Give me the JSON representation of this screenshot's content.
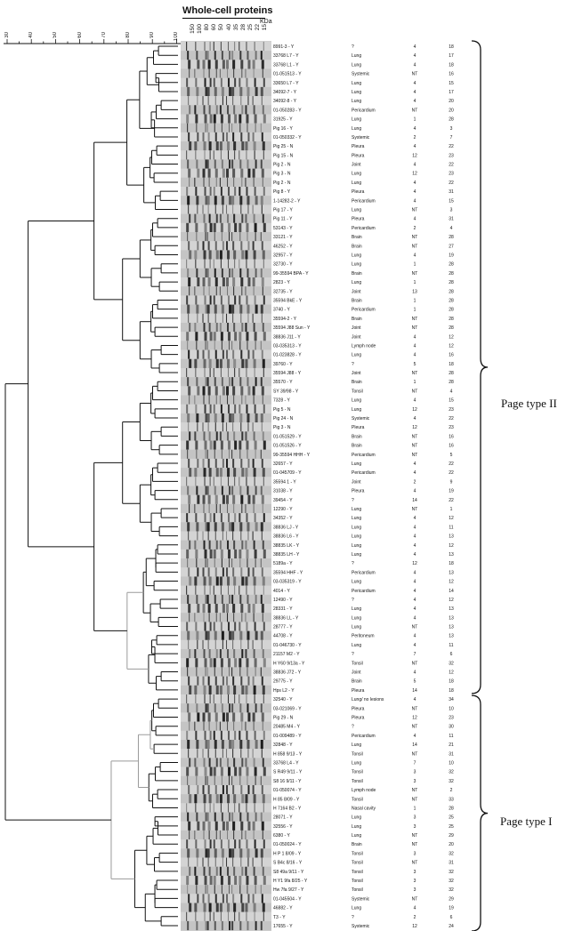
{
  "header": {
    "title": "Whole-cell proteins",
    "kdas_label": "KDa",
    "mw_markers": [
      "150",
      "100",
      "80",
      "60",
      "50",
      "40",
      "35",
      "28",
      "25",
      "22",
      "15"
    ]
  },
  "similarity_scale": [
    "30",
    "40",
    "50",
    "60",
    "70",
    "80",
    "90",
    "100"
  ],
  "groups": {
    "type2_label": "Page type II",
    "type1_label": "Page type I",
    "type2_rows": 72
  },
  "colors": {
    "cluster_gray": "#9a9a9a",
    "line": "#111111"
  },
  "isolates": [
    [
      "8991-3 - Y",
      "?",
      "4",
      "18"
    ],
    [
      "33768 L7 - Y",
      "Lung",
      "4",
      "17"
    ],
    [
      "33768 L1 - Y",
      "Lung",
      "4",
      "18"
    ],
    [
      "01-051513 - Y",
      "Systemic",
      "NT",
      "16"
    ],
    [
      "33650 L7 - Y",
      "Lung",
      "4",
      "15"
    ],
    [
      "34092-7 - Y",
      "Lung",
      "4",
      "17"
    ],
    [
      "34092-8 - Y",
      "Lung",
      "4",
      "20"
    ],
    [
      "01-050283 - Y",
      "Pericardium",
      "NT",
      "20"
    ],
    [
      "31925 - Y",
      "Lung",
      "1",
      "28"
    ],
    [
      "Pig 16 - Y",
      "Lung",
      "4",
      "3"
    ],
    [
      "01-050332 - Y",
      "Systemic",
      "2",
      "7"
    ],
    [
      "Pig 25 - N",
      "Pleura",
      "4",
      "22"
    ],
    [
      "Pig 15 - N",
      "Pleura",
      "12",
      "23"
    ],
    [
      "Pig 2 - N",
      "Joint",
      "4",
      "22"
    ],
    [
      "Pig 3 - N",
      "Lung",
      "12",
      "23"
    ],
    [
      "Pig 2 - N",
      "Lung",
      "4",
      "22"
    ],
    [
      "Pig 8 - Y",
      "Pleura",
      "4",
      "31"
    ],
    [
      "1-14282-2 - Y",
      "Pericardium",
      "4",
      "15"
    ],
    [
      "Pig 17 - Y",
      "Lung",
      "NT",
      "3"
    ],
    [
      "Pig 11 - Y",
      "Pleura",
      "4",
      "31"
    ],
    [
      "53143 - Y",
      "Pericardium",
      "2",
      "4"
    ],
    [
      "33121 - Y",
      "Brain",
      "NT",
      "28"
    ],
    [
      "46252 - Y",
      "Brain",
      "NT",
      "27"
    ],
    [
      "32957 - Y",
      "Lung",
      "4",
      "19"
    ],
    [
      "32730 - Y",
      "Lung",
      "1",
      "28"
    ],
    [
      "99-35594 BPA - Y",
      "Brain",
      "NT",
      "28"
    ],
    [
      "2823 - Y",
      "Lung",
      "1",
      "28"
    ],
    [
      "32735 - Y",
      "Joint",
      "13",
      "28"
    ],
    [
      "35594 BkE - Y",
      "Brain",
      "1",
      "28"
    ],
    [
      "3740 - Y",
      "Pericardium",
      "1",
      "28"
    ],
    [
      "35594-2 - Y",
      "Brain",
      "NT",
      "28"
    ],
    [
      "35594 J88 Sun - Y",
      "Joint",
      "NT",
      "28"
    ],
    [
      "38836 J11 - Y",
      "Joint",
      "4",
      "12"
    ],
    [
      "03-035313 - Y",
      "Lymph node",
      "4",
      "12"
    ],
    [
      "01-023828 - Y",
      "Lung",
      "4",
      "16"
    ],
    [
      "39760 - Y",
      "?",
      "5",
      "18"
    ],
    [
      "35594 J88 - Y",
      "Joint",
      "NT",
      "28"
    ],
    [
      "35570 - Y",
      "Brain",
      "1",
      "28"
    ],
    [
      "SY 39/98 - Y",
      "Tonsil",
      "NT",
      "4"
    ],
    [
      "7328 - Y",
      "Lung",
      "4",
      "15"
    ],
    [
      "Pig 5 - N",
      "Lung",
      "12",
      "23"
    ],
    [
      "Pig 24 - N",
      "Systemic",
      "4",
      "22"
    ],
    [
      "Pig 3 - N",
      "Pleura",
      "12",
      "23"
    ],
    [
      "01-051529 - Y",
      "Brain",
      "NT",
      "16"
    ],
    [
      "01-051526 - Y",
      "Brain",
      "NT",
      "16"
    ],
    [
      "99-35594 HHH - Y",
      "Pericardium",
      "NT",
      "5"
    ],
    [
      "32657 - Y",
      "Lung",
      "4",
      "22"
    ],
    [
      "01-045709 - Y",
      "Pericardium",
      "4",
      "22"
    ],
    [
      "35594 1 - Y",
      "Joint",
      "2",
      "9"
    ],
    [
      "31038 - Y",
      "Pleura",
      "4",
      "19"
    ],
    [
      "39454 - Y",
      "?",
      "14",
      "22"
    ],
    [
      "12290 - Y",
      "Lung",
      "NT",
      "1"
    ],
    [
      "34352 - Y",
      "Lung",
      "4",
      "12"
    ],
    [
      "38836 LJ - Y",
      "Lung",
      "4",
      "11"
    ],
    [
      "38836 L6 - Y",
      "Lung",
      "4",
      "13"
    ],
    [
      "38835 LK - Y",
      "Lung",
      "4",
      "12"
    ],
    [
      "38835 LH - Y",
      "Lung",
      "4",
      "13"
    ],
    [
      "5189a - Y",
      "?",
      "12",
      "18"
    ],
    [
      "35594 HHF - Y",
      "Pericardium",
      "4",
      "13"
    ],
    [
      "03-035319 - Y",
      "Lung",
      "4",
      "12"
    ],
    [
      "4014 - Y",
      "Pericardium",
      "4",
      "14"
    ],
    [
      "12490 - Y",
      "?",
      "4",
      "12"
    ],
    [
      "28331 - Y",
      "Lung",
      "4",
      "13"
    ],
    [
      "38836 LL - Y",
      "Lung",
      "4",
      "13"
    ],
    [
      "28777 - Y",
      "Lung",
      "NT",
      "13"
    ],
    [
      "44708 - Y",
      "Peritoneum",
      "4",
      "13"
    ],
    [
      "01-046730 - Y",
      "Lung",
      "4",
      "11"
    ],
    [
      "21157 M2 - Y",
      "?",
      "7",
      "6"
    ],
    [
      "H Y60 9/13a - Y",
      "Tonsil",
      "NT",
      "32"
    ],
    [
      "38836 J72 - Y",
      "Joint",
      "4",
      "12"
    ],
    [
      "29775 - Y",
      "Brain",
      "5",
      "18"
    ],
    [
      "Hps L2 - Y",
      "Pleura",
      "14",
      "18"
    ],
    [
      "32540 - Y",
      "Lung/ no lesions",
      "4",
      "34"
    ],
    [
      "03-021069 - Y",
      "Pleura",
      "NT",
      "10"
    ],
    [
      "Pig 29 - N",
      "Pleura",
      "12",
      "23"
    ],
    [
      "20485 M4 - Y",
      "?",
      "NT",
      "30"
    ],
    [
      "01-009489 - Y",
      "Pericardium",
      "4",
      "11"
    ],
    [
      "32848 - Y",
      "Lung",
      "14",
      "21"
    ],
    [
      "H 858 9/13 - Y",
      "Tonsil",
      "NT",
      "31"
    ],
    [
      "33768 L4 - Y",
      "Lung",
      "7",
      "10"
    ],
    [
      "S R49 9/11 - Y",
      "Tonsil",
      "3",
      "32"
    ],
    [
      "S8 16 9/11 - Y",
      "Tonsil",
      "3",
      "32"
    ],
    [
      "01-050074 - Y",
      "Lymph node",
      "NT",
      "2"
    ],
    [
      "H 85 8/09 - Y",
      "Tonsil",
      "NT",
      "33"
    ],
    [
      "H 7164 B2 - Y",
      "Nasal cavity",
      "1",
      "28"
    ],
    [
      "28071 - Y",
      "Lung",
      "3",
      "25"
    ],
    [
      "32556 - Y",
      "Lung",
      "3",
      "25"
    ],
    [
      "6380 - Y",
      "Lung",
      "NT",
      "29"
    ],
    [
      "01-050024 - Y",
      "Brain",
      "NT",
      "20"
    ],
    [
      "H P 1 8/09 - Y",
      "Tonsil",
      "3",
      "32"
    ],
    [
      "S B4c 8/16 - Y",
      "Tonsil",
      "NT",
      "31"
    ],
    [
      "S8 49a 9/11 - Y",
      "Tonsil",
      "3",
      "32"
    ],
    [
      "H Y1 9fa 8/25 - Y",
      "Tonsil",
      "3",
      "32"
    ],
    [
      "Hw 7fa 9/27 - Y",
      "Tonsil",
      "3",
      "32"
    ],
    [
      "01-045504 - Y",
      "Systemic",
      "NT",
      "29"
    ],
    [
      "46882 - Y",
      "Lung",
      "4",
      "19"
    ],
    [
      "T3 - Y",
      "?",
      "2",
      "6"
    ],
    [
      "17655 - Y",
      "Systemic",
      "12",
      "24"
    ]
  ]
}
